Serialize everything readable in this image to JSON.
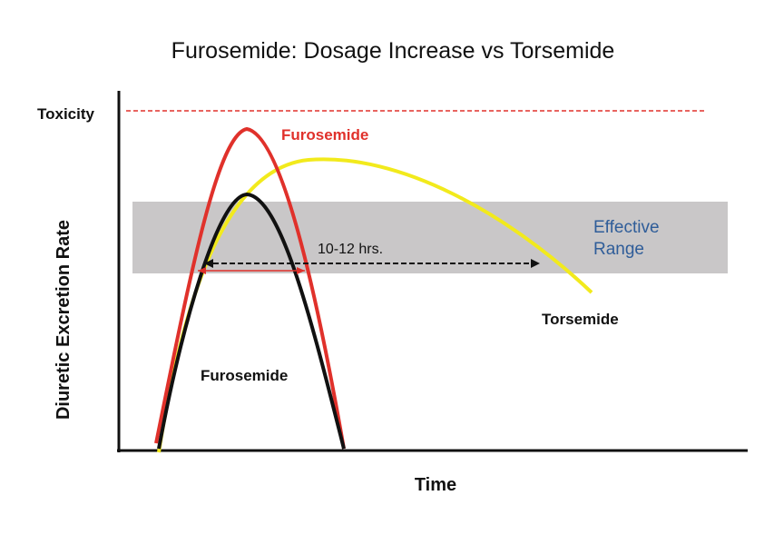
{
  "title": "Furosemide: Dosage Increase vs Torsemide",
  "axes": {
    "x_label": "Time",
    "y_label": "Diuretic Excretion Rate"
  },
  "toxicity": {
    "label": "Toxicity",
    "color": "#e0312b",
    "style": "dashed"
  },
  "effective_range": {
    "label_line1": "Effective",
    "label_line2": "Range",
    "band_color": "#c9c7c8",
    "label_color": "#2f5d99"
  },
  "duration": {
    "label": "10-12 hrs.",
    "color": "#111111"
  },
  "curves": {
    "furosemide_high": {
      "label": "Furosemide",
      "color": "#e0312b"
    },
    "furosemide_standard": {
      "label": "Furosemide",
      "color": "#111111"
    },
    "torsemide": {
      "label": "Torsemide",
      "color": "#f2ea1c"
    }
  }
}
